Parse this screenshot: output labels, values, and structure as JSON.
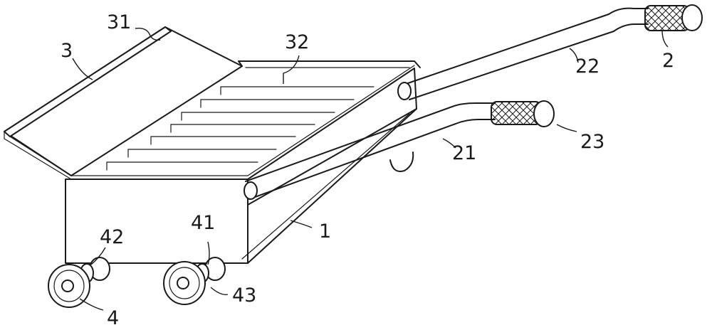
{
  "labels": {
    "tray_lid": "3",
    "lid_lip": "31",
    "dividers": "32",
    "body": "1",
    "handle": "2",
    "upper_handle_bar": "22",
    "lower_handle_bar": "21",
    "lower_grip": "23",
    "front_wheel": "4",
    "front_axle": "42",
    "rear_axle": "41",
    "rear_wheel_hub": "43"
  }
}
